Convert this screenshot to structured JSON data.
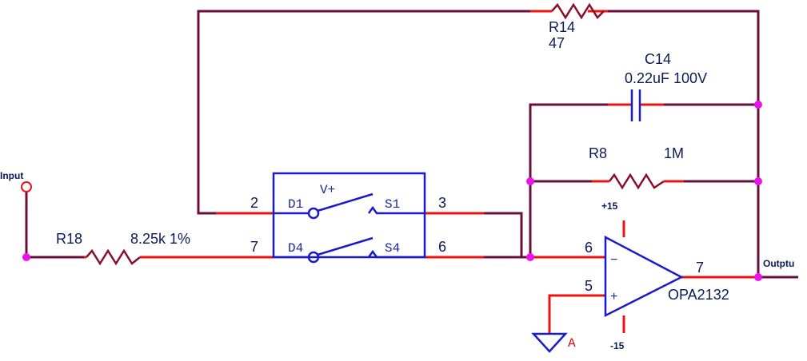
{
  "labels": {
    "input": "Input",
    "output": "Outptu",
    "r18_ref": "R18",
    "r18_value": "8.25k 1%",
    "r14_ref": "R14",
    "r14_value": "47",
    "c14_ref": "C14",
    "c14_value": "0.22uF 100V",
    "r8_ref": "R8",
    "r8_value": "1M",
    "switch_vplus": "V+",
    "switch_d1": "D1",
    "switch_s1": "S1",
    "switch_d4": "D4",
    "switch_s4": "S4",
    "pin_2": "2",
    "pin_3": "3",
    "pin_7_sw": "7",
    "pin_6_sw": "6",
    "op_pin_6": "6",
    "op_pin_5": "5",
    "op_pin_7": "7",
    "op_minus": "−",
    "op_plus": "+",
    "op_part": "OPA2132",
    "supply_pos": "+15",
    "supply_neg": "-15",
    "ground_net": "A"
  },
  "colors": {
    "wire": "#6a0f3a",
    "pin": "#ee1111",
    "component": "#1a1acc",
    "junction": "#ee10ee",
    "text": "#0a1a5a"
  }
}
